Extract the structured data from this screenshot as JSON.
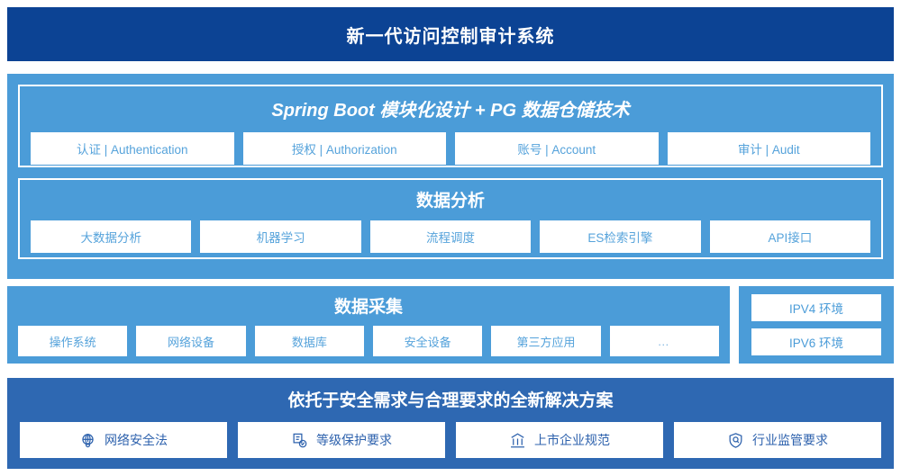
{
  "header": {
    "title": "新一代访问控制审计系统",
    "bg_color": "#0C4394",
    "text_color": "#FFFFFF"
  },
  "platform": {
    "bg_color": "#4B9CD8",
    "springboot": {
      "title": "Spring Boot 模块化设计 + PG 数据仓储技术",
      "items": [
        {
          "label": "认证 | Authentication"
        },
        {
          "label": "授权 | Authorization"
        },
        {
          "label": "账号 | Account"
        },
        {
          "label": "审计 | Audit"
        }
      ]
    },
    "analysis": {
      "title": "数据分析",
      "items": [
        {
          "label": "大数据分析"
        },
        {
          "label": "机器学习"
        },
        {
          "label": "流程调度"
        },
        {
          "label": "ES检索引擎"
        },
        {
          "label": "API接口"
        }
      ]
    }
  },
  "collection": {
    "bg_color": "#4B9CD8",
    "title": "数据采集",
    "items": [
      {
        "label": "操作系统"
      },
      {
        "label": "网络设备"
      },
      {
        "label": "数据库"
      },
      {
        "label": "安全设备"
      },
      {
        "label": "第三方应用"
      },
      {
        "label": "…"
      }
    ]
  },
  "environment": {
    "bg_color": "#4B9CD8",
    "items": [
      {
        "label": "IPV4 环境"
      },
      {
        "label": "IPV6 环境"
      }
    ]
  },
  "solution": {
    "bg_color": "#2E68B2",
    "title": "依托于安全需求与合理要求的全新解决方案",
    "text_color": "#2E62AD",
    "items": [
      {
        "icon": "globe-icon",
        "label": "网络安全法"
      },
      {
        "icon": "document-check-icon",
        "label": "等级保护要求"
      },
      {
        "icon": "bank-building-icon",
        "label": "上市企业规范"
      },
      {
        "icon": "shield-search-icon",
        "label": "行业监管要求"
      }
    ]
  }
}
